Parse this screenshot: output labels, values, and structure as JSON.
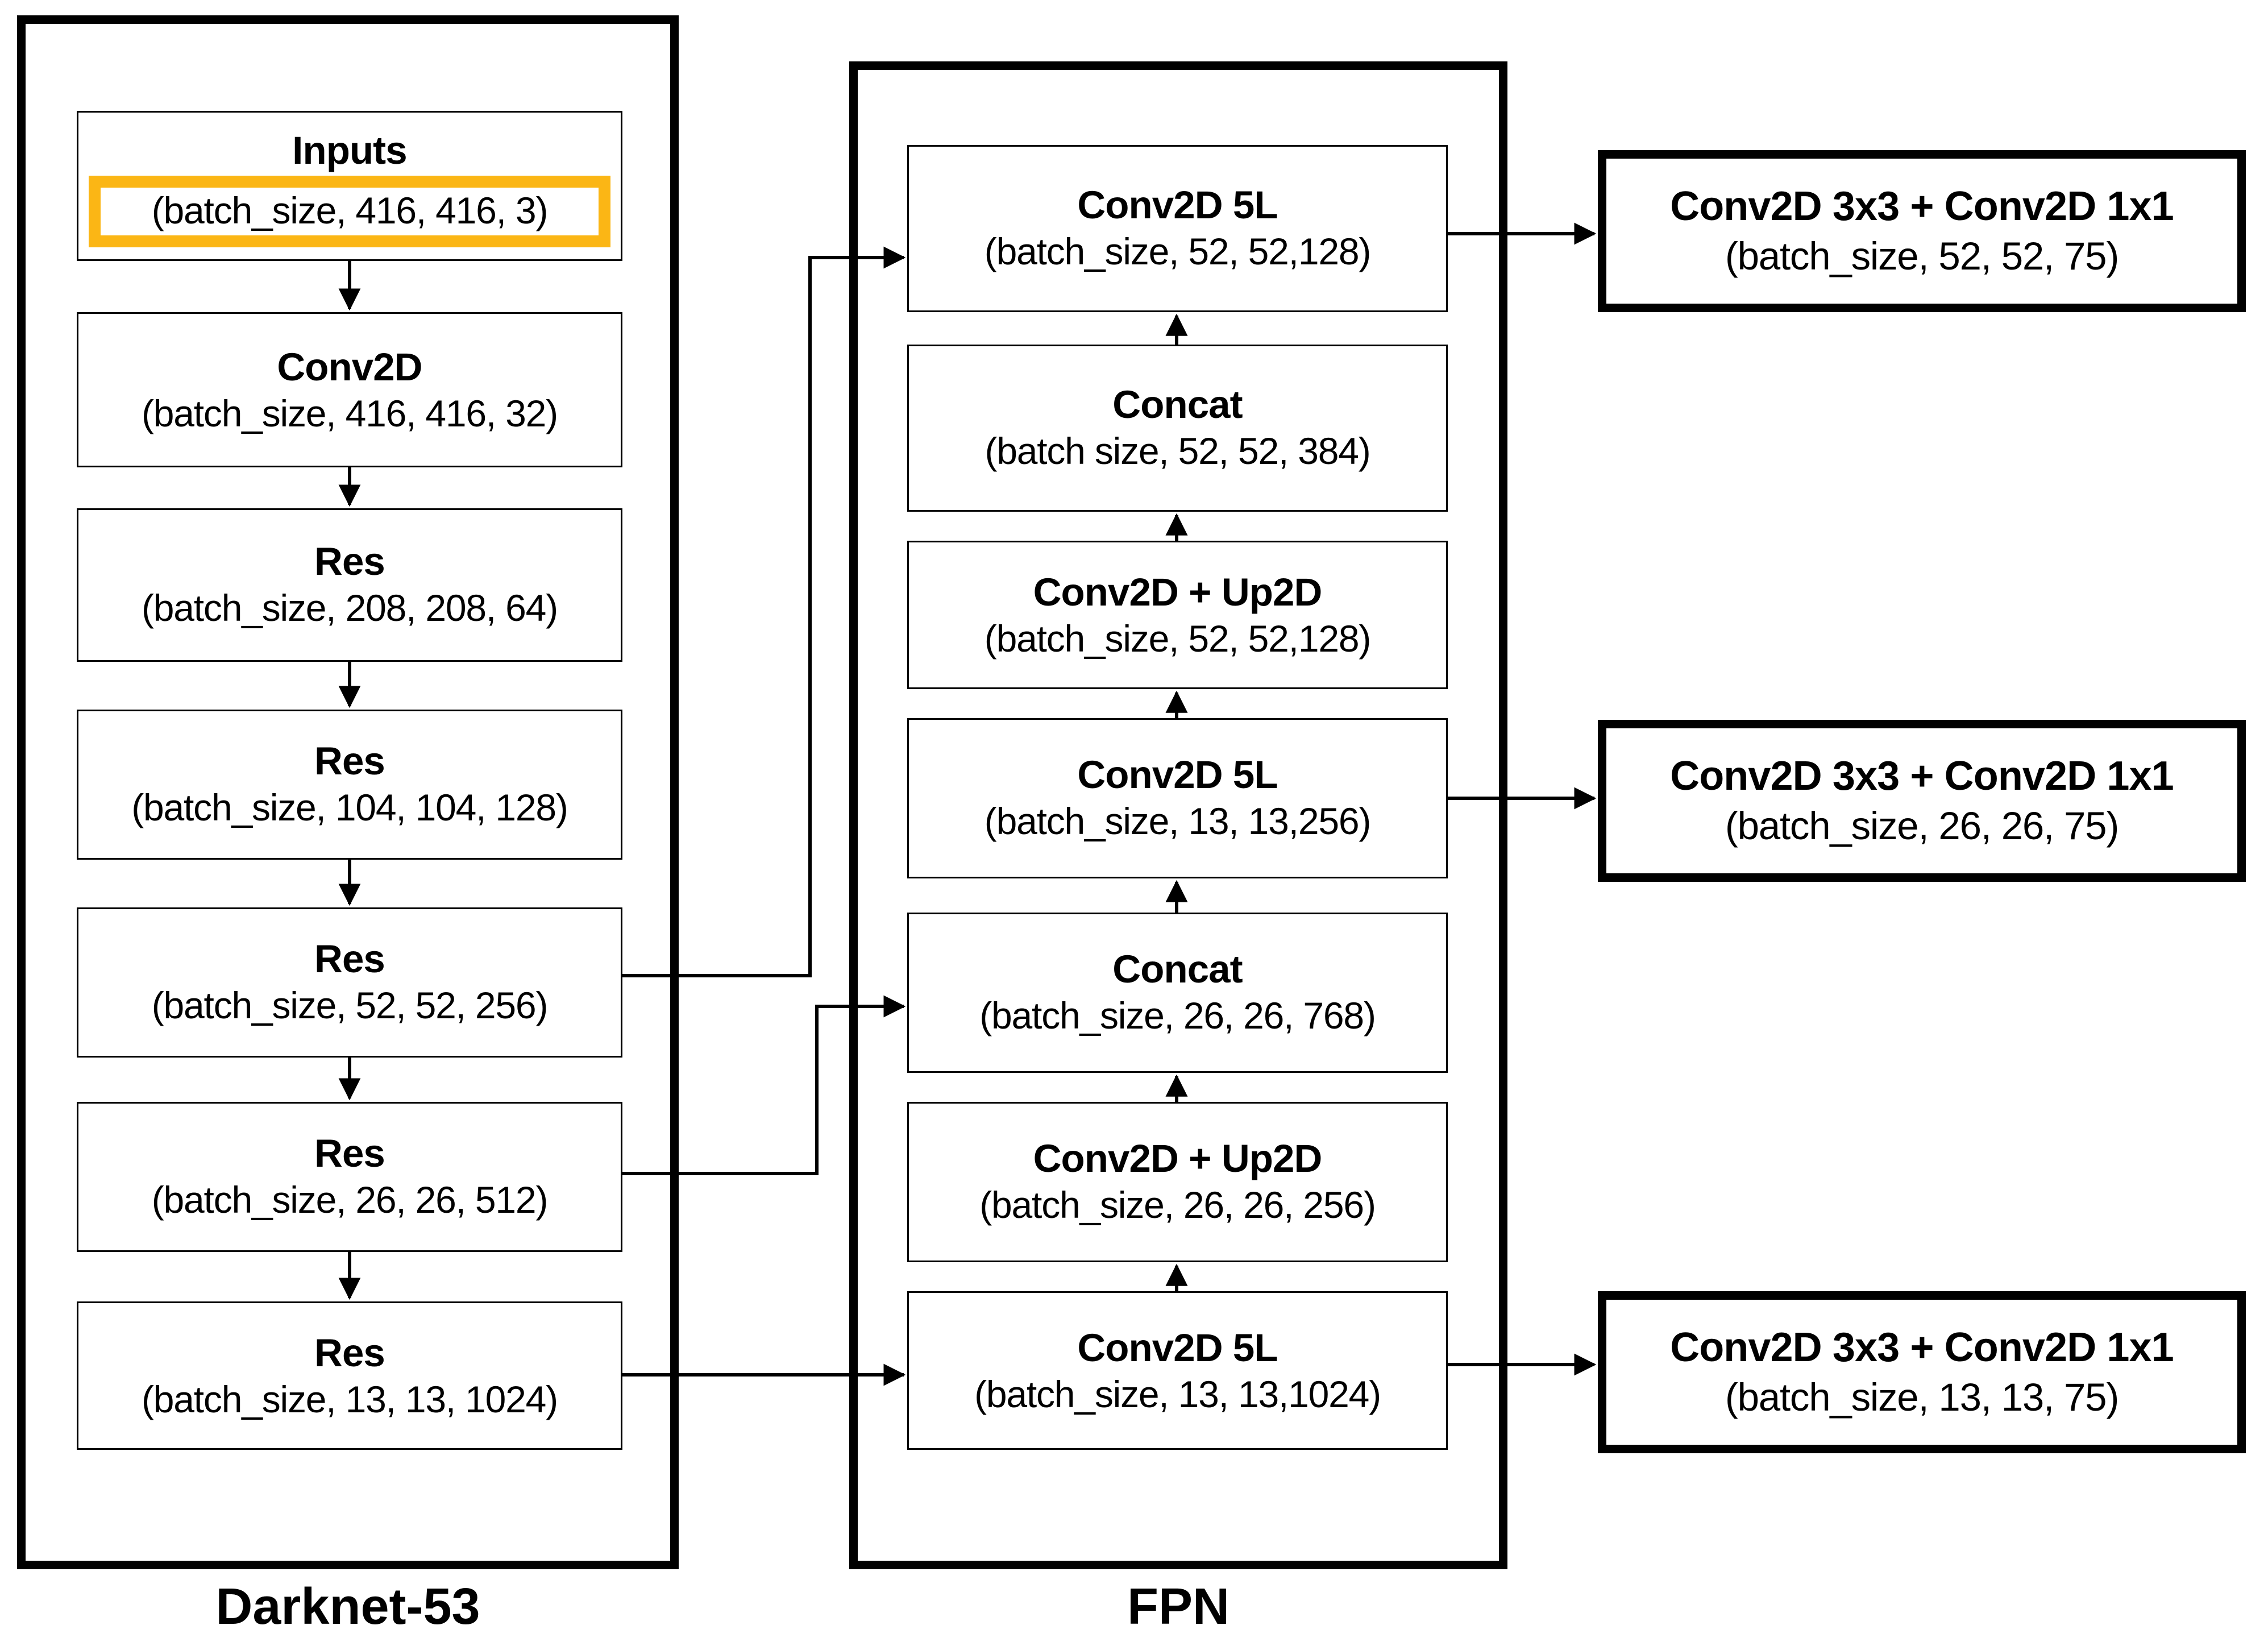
{
  "figure": {
    "background": "#ffffff",
    "highlight_color": "#FBB615",
    "darknet": {
      "label": "Darknet-53",
      "boxes": [
        {
          "title": "Inputs",
          "shape": "(batch_size, 416, 416, 3)",
          "highlighted": true
        },
        {
          "title": "Conv2D",
          "shape": "(batch_size, 416, 416, 32)"
        },
        {
          "title": "Res",
          "shape": "(batch_size, 208, 208, 64)"
        },
        {
          "title": "Res",
          "shape": "(batch_size, 104, 104, 128)"
        },
        {
          "title": "Res",
          "shape": "(batch_size, 52, 52, 256)"
        },
        {
          "title": "Res",
          "shape": "(batch_size, 26, 26, 512)"
        },
        {
          "title": "Res",
          "shape": "(batch_size, 13, 13, 1024)"
        }
      ]
    },
    "fpn": {
      "label": "FPN",
      "boxes": [
        {
          "title": "Conv2D 5L",
          "shape": "(batch_size, 52, 52,128)"
        },
        {
          "title": "Concat",
          "shape": "(batch size, 52, 52, 384)"
        },
        {
          "title": "Conv2D + Up2D",
          "shape": "(batch_size, 52, 52,128)"
        },
        {
          "title": "Conv2D 5L",
          "shape": "(batch_size, 13, 13,256)"
        },
        {
          "title": "Concat",
          "shape": "(batch_size, 26, 26, 768)"
        },
        {
          "title": "Conv2D + Up2D",
          "shape": "(batch_size, 26, 26, 256)"
        },
        {
          "title": "Conv2D 5L",
          "shape": "(batch_size, 13, 13,1024)"
        }
      ]
    },
    "heads": [
      {
        "title": "Conv2D 3x3 + Conv2D 1x1",
        "shape": "(batch_size, 52, 52, 75)"
      },
      {
        "title": "Conv2D 3x3 + Conv2D 1x1",
        "shape": "(batch_size, 26, 26, 75)"
      },
      {
        "title": "Conv2D 3x3 + Conv2D 1x1",
        "shape": "(batch_size, 13, 13, 75)"
      }
    ]
  }
}
